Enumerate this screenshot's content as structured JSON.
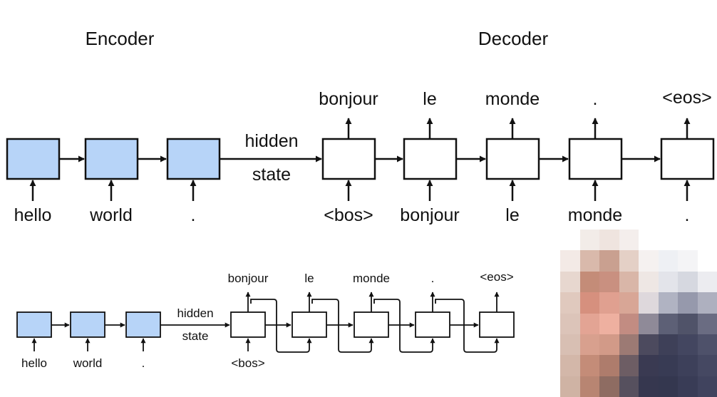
{
  "colors": {
    "encoder_fill": "#b7d4f8",
    "decoder_fill": "#ffffff",
    "stroke": "#111111"
  },
  "labels": {
    "encoder": "Encoder",
    "decoder": "Decoder"
  },
  "top": {
    "encoder_inputs": [
      "hello",
      "world",
      "."
    ],
    "hidden_line1": "hidden",
    "hidden_line2": "state",
    "decoder_inputs": [
      "<bos>",
      "bonjour",
      "le",
      "monde",
      "."
    ],
    "decoder_outputs": [
      "bonjour",
      "le",
      "monde",
      ".",
      "<eos>"
    ]
  },
  "bottom": {
    "encoder_inputs": [
      "hello",
      "world",
      "."
    ],
    "hidden_line1": "hidden",
    "hidden_line2": "state",
    "decoder_first_input": "<bos>",
    "decoder_outputs": [
      "bonjour",
      "le",
      "monde",
      ".",
      "<eos>"
    ]
  }
}
